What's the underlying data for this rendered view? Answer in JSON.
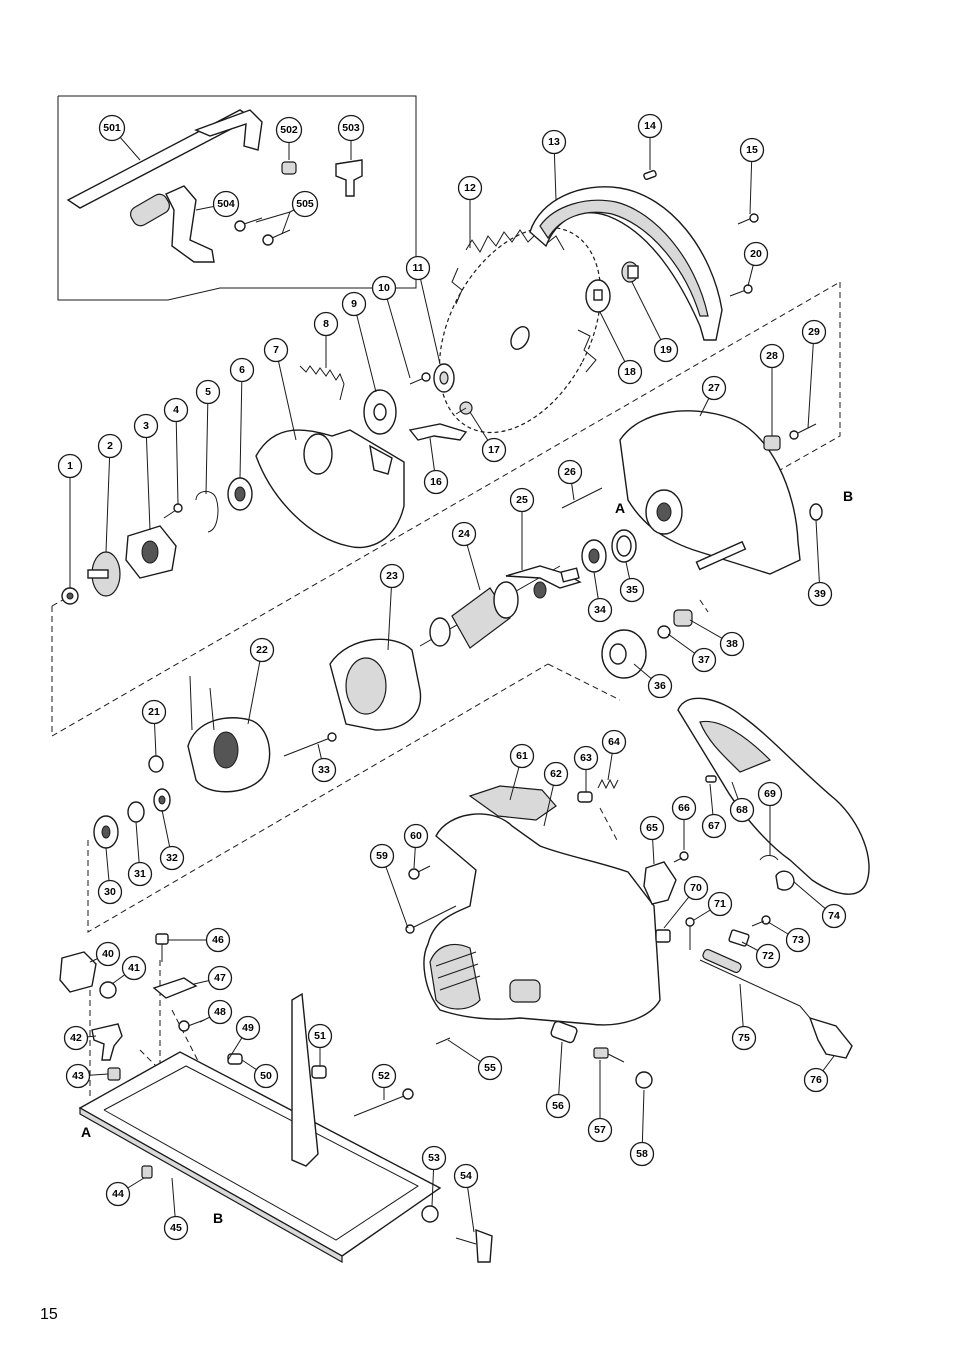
{
  "page_number": "15",
  "markers": {
    "a_top": "A",
    "a_base": "A",
    "b_right": "B",
    "b_base": "B"
  },
  "part_labels": {
    "p501": "501",
    "p502": "502",
    "p503": "503",
    "p504": "504",
    "p505": "505",
    "p1": "1",
    "p2": "2",
    "p3": "3",
    "p4": "4",
    "p5": "5",
    "p6": "6",
    "p7": "7",
    "p8": "8",
    "p9": "9",
    "p10": "10",
    "p11": "11",
    "p12": "12",
    "p13": "13",
    "p14": "14",
    "p15": "15",
    "p16": "16",
    "p17": "17",
    "p18": "18",
    "p19": "19",
    "p20": "20",
    "p21": "21",
    "p22": "22",
    "p23": "23",
    "p24": "24",
    "p25": "25",
    "p26": "26",
    "p27": "27",
    "p28": "28",
    "p29": "29",
    "p30": "30",
    "p31": "31",
    "p32": "32",
    "p33": "33",
    "p34": "34",
    "p35": "35",
    "p36": "36",
    "p37": "37",
    "p38": "38",
    "p39": "39",
    "p40": "40",
    "p41": "41",
    "p42": "42",
    "p43": "43",
    "p44": "44",
    "p45": "45",
    "p46": "46",
    "p47": "47",
    "p48": "48",
    "p49": "49",
    "p50": "50",
    "p51": "51",
    "p52": "52",
    "p53": "53",
    "p54": "54",
    "p55": "55",
    "p56": "56",
    "p57": "57",
    "p58": "58",
    "p59": "59",
    "p60": "60",
    "p61": "61",
    "p62": "62",
    "p63": "63",
    "p64": "64",
    "p65": "65",
    "p66": "66",
    "p67": "67",
    "p68": "68",
    "p69": "69",
    "p70": "70",
    "p71": "71",
    "p72": "72",
    "p73": "73",
    "p74": "74",
    "p75": "75",
    "p76": "76"
  }
}
